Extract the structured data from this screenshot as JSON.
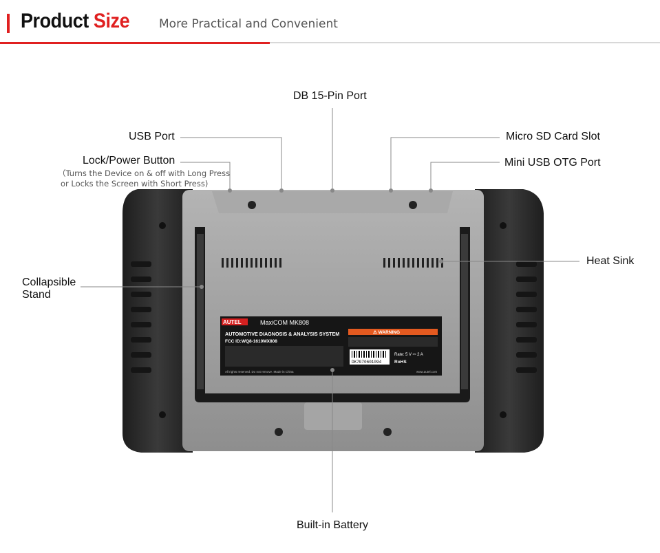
{
  "header": {
    "title_part1": "Product",
    "title_part2": "Size",
    "subtitle": "More Practical and Convenient"
  },
  "callouts": {
    "db15": "DB 15-Pin Port",
    "usb": "USB Port",
    "micro_sd": "Micro SD Card Slot",
    "lock_power": "Lock/Power Button",
    "lock_power_note_1": "（Turns the Device on & off with Long Press",
    "lock_power_note_2": "or Locks the Screen with Short Press)",
    "mini_usb": "Mini USB OTG Port",
    "heat_sink": "Heat Sink",
    "stand_1": "Collapsible",
    "stand_2": "Stand",
    "battery": "Built-in Battery"
  },
  "label_sticker": {
    "brand": "AUTEL",
    "model": "MaxiCOM MK808",
    "headline": "AUTOMOTIVE DIAGNOSIS & ANALYSIS SYSTEM",
    "fcc": "FCC ID:WQ8-1610MX808",
    "warning": "⚠ WARNING",
    "rate": "Rate: 5 V ⎓ 2 A",
    "serial": "DK7G70601094",
    "rohs": "RoHS",
    "footer_left": "All rights reserved.    Do not remove.    Made in China",
    "footer_right": "www.autel.com"
  },
  "colors": {
    "accent": "#e02020",
    "bumper": "#2a2a2a",
    "housing": "#9a9a9a",
    "leader": "#888888"
  }
}
